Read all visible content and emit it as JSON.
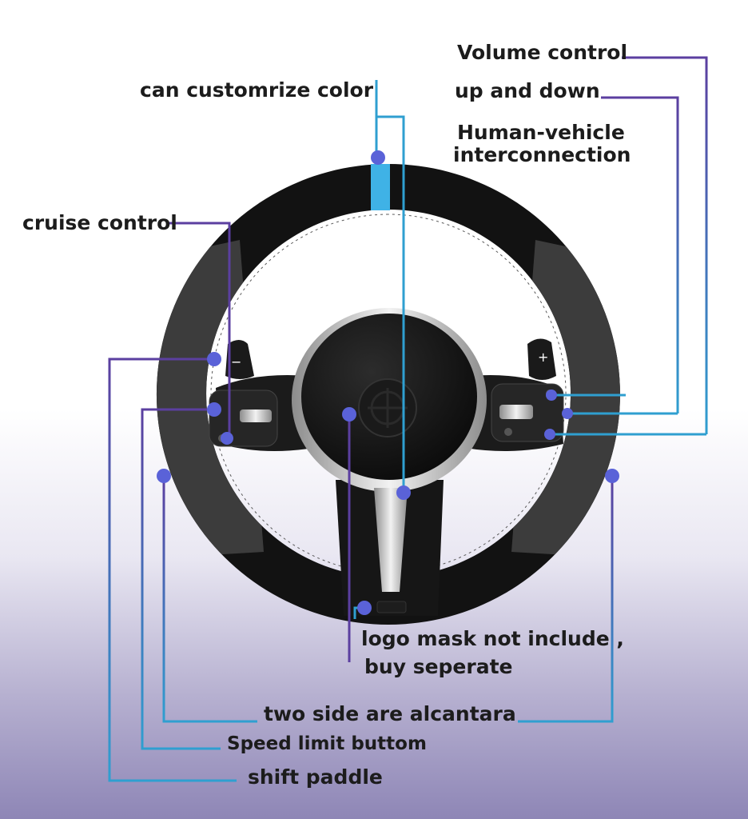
{
  "labels": {
    "volume_control": "Volume control",
    "up_and_down": "up and down",
    "human_vehicle_1": "Human-vehicle",
    "human_vehicle_2": "interconnection",
    "customize_color": "can customrize color",
    "cruise_control": "cruise control",
    "logo_mask_1": "logo mask not include ,",
    "logo_mask_2": "buy seperate",
    "alcantara": "two side are alcantara",
    "speed_limit": "Speed limit buttom",
    "shift_paddle": "shift paddle"
  },
  "paddle_glyphs": {
    "left": "−",
    "right": "+"
  },
  "colors": {
    "line_purple": "#5b3fa0",
    "line_blue": "#2f9fd0",
    "dot": "#5a62d8",
    "blue_stripe": "#3fb2e6",
    "leather": "#111111",
    "alcantara": "#3b3b3b",
    "chrome": "#c7c7c7"
  }
}
